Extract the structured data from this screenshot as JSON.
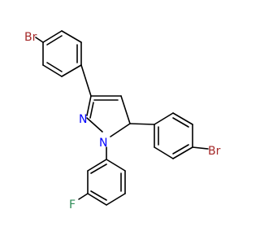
{
  "molecule": {
    "atoms": [
      {
        "id": "br_top",
        "label": "Br",
        "color": "#a52a2a"
      },
      {
        "id": "n2",
        "label": "N",
        "color": "#0000ff"
      },
      {
        "id": "n1",
        "label": "N",
        "color": "#0000ff"
      },
      {
        "id": "br_right",
        "label": "Br",
        "color": "#a52a2a"
      },
      {
        "id": "f",
        "label": "F",
        "color": "#2e8b57"
      }
    ]
  }
}
